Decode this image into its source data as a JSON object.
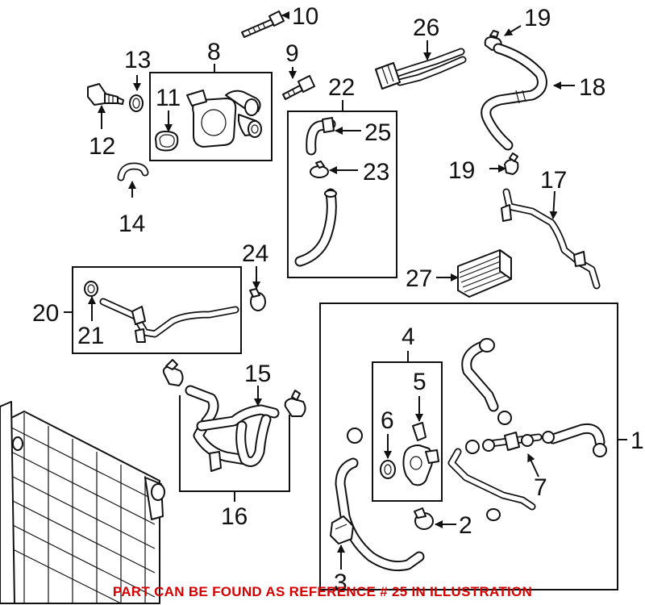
{
  "callouts": {
    "c1": "1",
    "c2": "2",
    "c3": "3",
    "c4": "4",
    "c5": "5",
    "c6": "6",
    "c7": "7",
    "c8": "8",
    "c9": "9",
    "c10": "10",
    "c11": "11",
    "c12": "12",
    "c13": "13",
    "c14": "14",
    "c15": "15",
    "c16": "16",
    "c17": "17",
    "c18": "18",
    "c19a": "19",
    "c19b": "19",
    "c20": "20",
    "c21": "21",
    "c22": "22",
    "c23": "23",
    "c24": "24",
    "c25": "25",
    "c26": "26",
    "c27": "27"
  },
  "footer_note": "PART CAN BE FOUND AS REFERENCE # 25 IN ILLUSTRATION",
  "colors": {
    "line": "#111111",
    "footer_text": "#d60000",
    "background": "#ffffff"
  }
}
